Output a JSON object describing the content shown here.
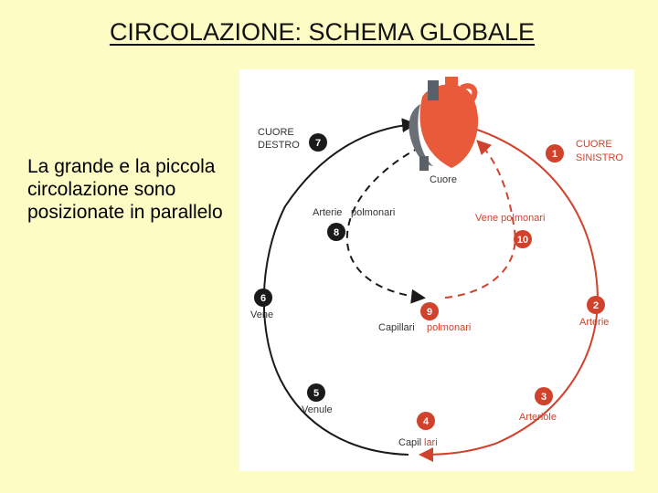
{
  "slide": {
    "title": "CIRCOLAZIONE: SCHEMA GLOBALE",
    "body": "La grande e la piccola circolazione sono posizionate in parallelo"
  },
  "diagram": {
    "heart_label": "Cuore",
    "cuore_destro_line1": "CUORE",
    "cuore_destro_line2": "DESTRO",
    "cuore_sinistro_line1": "CUORE",
    "cuore_sinistro_line2": "SINISTRO",
    "arterie_polmonari_a": "Arterie",
    "arterie_polmonari_b": "polmonari",
    "vene_polmonari": "Vene polmonari",
    "capillari_polmonari_a": "Capillari",
    "capillari_polmonari_b": "polmonari",
    "arterie": "Arterie",
    "arteriole": "Arteriole",
    "capillari_a": "Capil",
    "capillari_b": "lari",
    "venule": "Venule",
    "vene": "Vene",
    "nodes": [
      "1",
      "2",
      "3",
      "4",
      "5",
      "6",
      "7",
      "8",
      "9",
      "10"
    ],
    "colors": {
      "red": "#d0422b",
      "black": "#1a1a1a",
      "background": "#fdfcc4"
    }
  }
}
